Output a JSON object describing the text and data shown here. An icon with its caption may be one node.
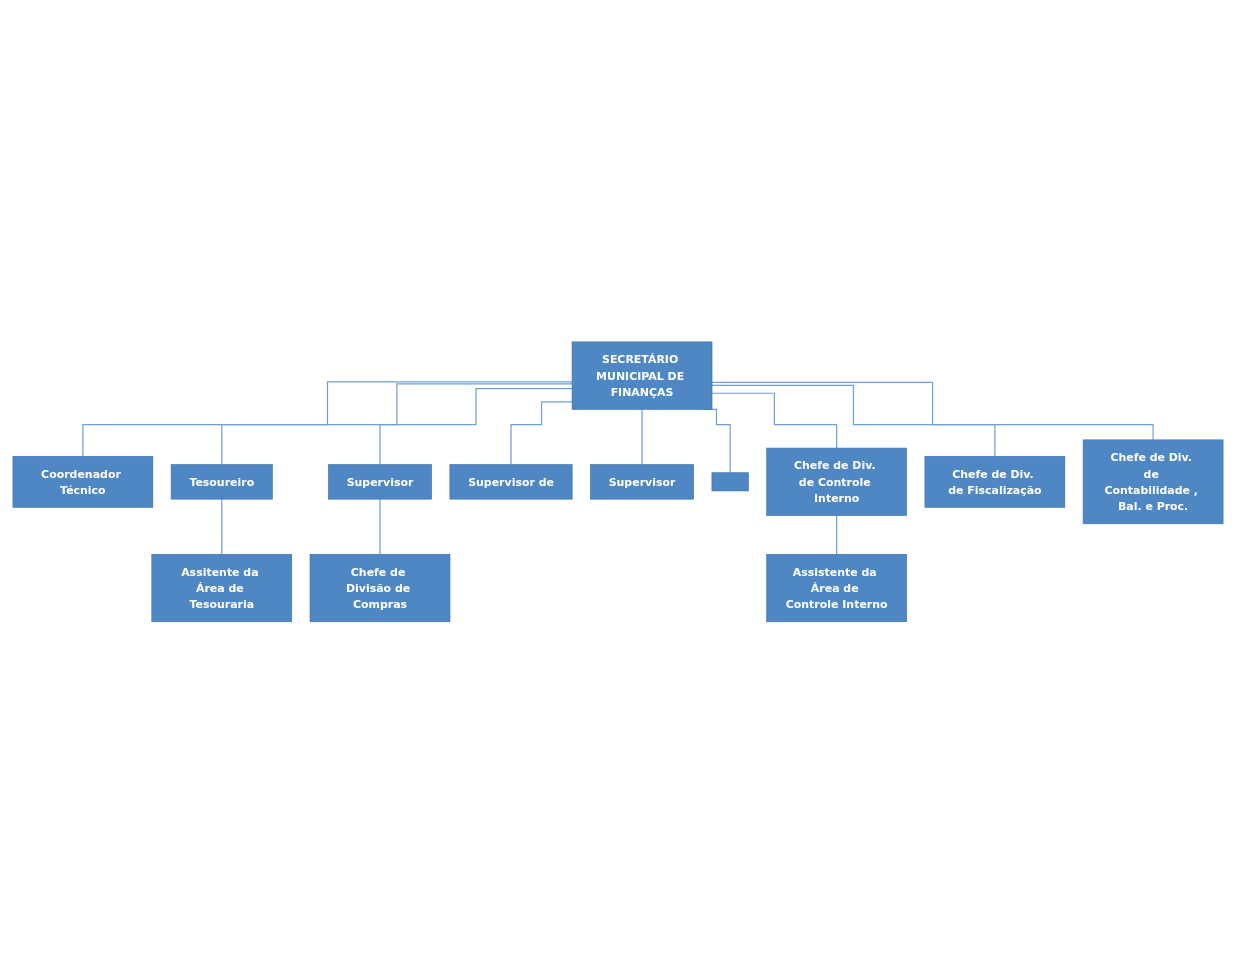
{
  "diagram": {
    "nodes": [
      {
        "text": [
          "SECRETÁRIO MUNICIPAL DE FINANÇAS"
        ]
      },
      {
        "text": [
          "Coordenador Técnico"
        ]
      },
      {
        "text": [
          "Tesoureiro"
        ]
      },
      {
        "text": [
          "Assitente da Área de Tesouraria"
        ]
      },
      {
        "text": [
          "Supervisor"
        ]
      },
      {
        "text": [
          "Supervisor de"
        ]
      },
      {
        "text": [
          "Supervisor"
        ]
      },
      {
        "text": [
          "Chefe de Divisão de Compras"
        ]
      },
      {
        "text": [],
        "shape": "box"
      },
      {
        "text": [
          "Chefe de Div. de Controle Interno"
        ]
      },
      {
        "text": [
          "Assistente da Área de Controle Interno"
        ]
      },
      {
        "text": [
          "Chefe de Div. de Fiscalização"
        ]
      },
      {
        "text": [
          "Chefe de Div. de Contabilidade , Bal. e Proc."
        ]
      }
    ],
    "edges": [
      {
        "from": 0,
        "to": 1,
        "arrow": "none"
      },
      {
        "from": 0,
        "to": 2,
        "arrow": "none"
      },
      {
        "from": 2,
        "to": 3,
        "arrow": "none"
      },
      {
        "from": 0,
        "to": 4,
        "arrow": "none"
      },
      {
        "from": 0,
        "to": 5,
        "arrow": "none"
      },
      {
        "from": 0,
        "to": 6,
        "arrow": "none"
      },
      {
        "from": 4,
        "to": 7,
        "arrow": "none"
      },
      {
        "from": 0,
        "to": 8,
        "arrow": "none"
      },
      {
        "from": 0,
        "to": 9,
        "arrow": "none"
      },
      {
        "from": 9,
        "to": 10,
        "arrow": "none"
      },
      {
        "from": 0,
        "to": 11,
        "arrow": "none"
      },
      {
        "from": 0,
        "to": 12,
        "arrow": "none"
      }
    ]
  }
}
